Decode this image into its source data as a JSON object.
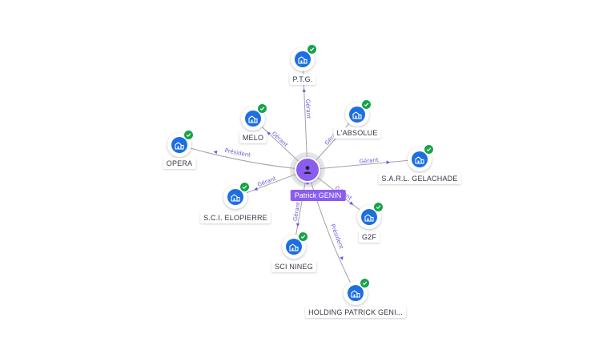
{
  "center": {
    "name": "Patrick GENIN",
    "icon": "person-icon",
    "color": "#8a5cf0"
  },
  "colors": {
    "company": "#1c6fe0",
    "verified": "#17a34a",
    "edge_label": "#6b58d6"
  },
  "companies": [
    {
      "id": "ptg",
      "name": "P.T.G.",
      "role": "Gérant",
      "icon": "building-icon"
    },
    {
      "id": "labsolue",
      "name": "L'ABSOLUE",
      "role": "Gérant",
      "icon": "building-icon"
    },
    {
      "id": "melo",
      "name": "MELO",
      "role": "Gérant",
      "icon": "building-icon"
    },
    {
      "id": "opera",
      "name": "OPERA",
      "role": "Président",
      "icon": "building-icon"
    },
    {
      "id": "gelachade",
      "name": "S.A.R.L. GELACHADE",
      "role": "Gérant",
      "icon": "building-icon"
    },
    {
      "id": "elopierre",
      "name": "S.C.I. ELOPIERRE",
      "role": "Gérant",
      "icon": "building-icon"
    },
    {
      "id": "g2f",
      "name": "G2F",
      "role": "Gérant",
      "icon": "building-icon"
    },
    {
      "id": "nineg",
      "name": "SCI NINEG",
      "role": "Gérant",
      "icon": "building-icon"
    },
    {
      "id": "holding",
      "name": "HOLDING PATRICK GENI...",
      "role": "Président",
      "icon": "building-icon"
    }
  ]
}
